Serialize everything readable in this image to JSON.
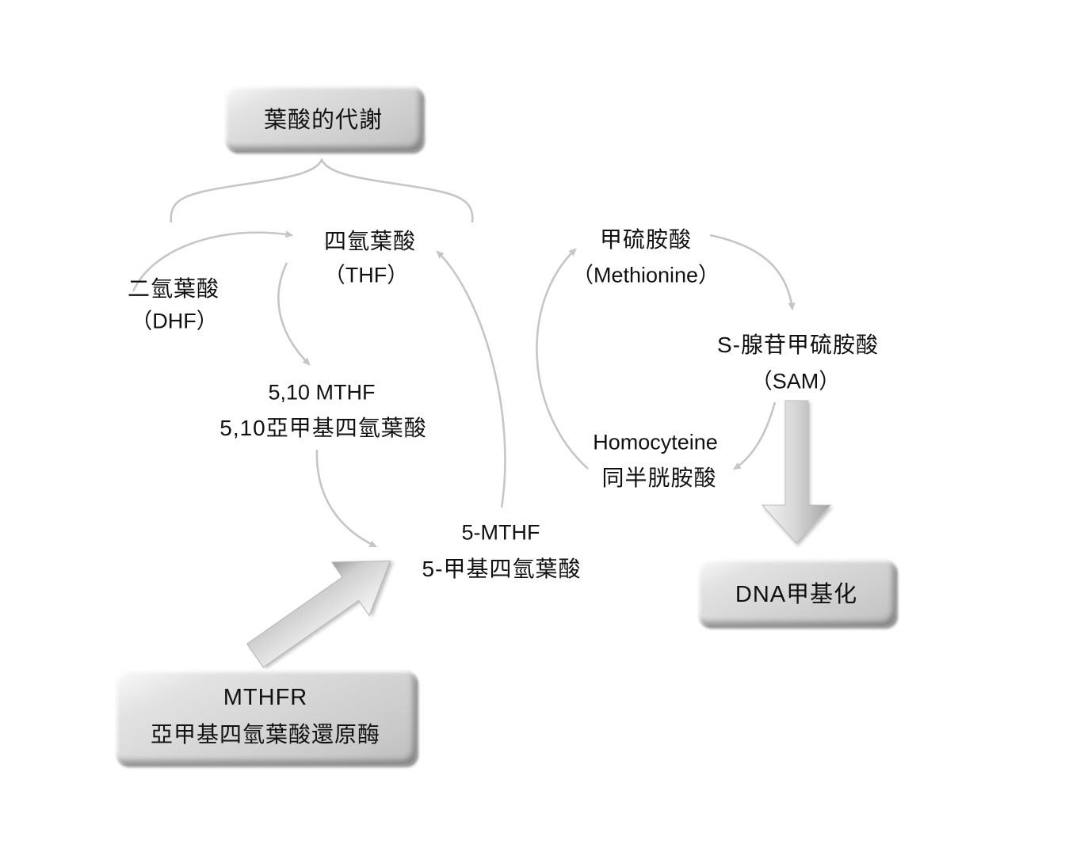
{
  "diagram": {
    "title": "葉酸的代謝",
    "nodes": {
      "thf": {
        "line1": "四氫葉酸",
        "line2": "（THF）"
      },
      "dhf": {
        "line1": "二氫葉酸",
        "line2": "（DHF）"
      },
      "mthf510": {
        "line1": "5,10 MTHF",
        "line2": "5,10亞甲基四氫葉酸"
      },
      "mthf5": {
        "line1": "5-MTHF",
        "line2": "5-甲基四氫葉酸"
      },
      "methionine": {
        "line1": "甲硫胺酸",
        "line2": "（Methionine）"
      },
      "sam": {
        "line1": "S-腺苷甲硫胺酸",
        "line2": "（SAM）"
      },
      "homocysteine": {
        "line1": "Homocyteine",
        "line2": "同半胱胺酸"
      },
      "mthfr": {
        "line1": "MTHFR",
        "line2": "亞甲基四氫葉酸還原酶"
      },
      "dna": {
        "label": "DNA甲基化"
      }
    },
    "colors": {
      "arrow": "#c6c6c6",
      "text": "#111111",
      "box_fill": "#d4d4d4",
      "box_shadow": "#8f8f8f",
      "background": "#ffffff"
    }
  }
}
